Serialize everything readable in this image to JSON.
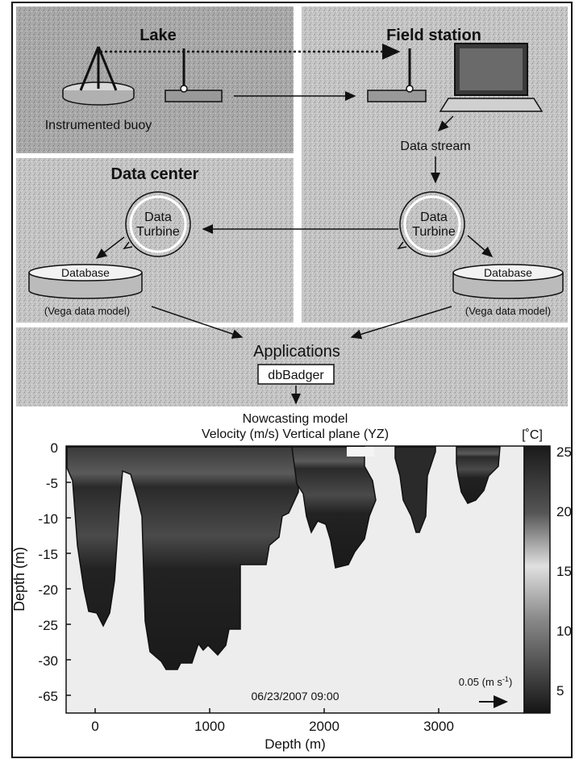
{
  "panels": {
    "lake": "Lake",
    "field_station": "Field station",
    "data_center": "Data center",
    "applications": "Applications"
  },
  "labels": {
    "instrumented_buoy": "Instrumented buoy",
    "data_stream": "Data stream",
    "data_turbine_line1": "Data",
    "data_turbine_line2": "Turbine",
    "database": "Database",
    "vega_model": "(Vega data model)",
    "dbbadger": "dbBadger"
  },
  "colors": {
    "panel_bg": "#bdbdbd",
    "plot_dark": "#1c1c1c",
    "plot_light": "#ececec"
  },
  "chart_data": {
    "type": "heatmap",
    "title": "Nowcasting model",
    "subtitle": "Velocity (m/s) Vertical plane (YZ)",
    "xlabel": "Depth (m)",
    "ylabel": "Depth (m)",
    "x_ticks": [
      "0",
      "1000",
      "2000",
      "3000"
    ],
    "y_ticks": [
      "0",
      "-5",
      "-10",
      "-15",
      "-20",
      "-25",
      "-30",
      "-65"
    ],
    "colorbar_unit": "[˚C]",
    "colorbar_ticks": [
      "25",
      "20",
      "15",
      "10",
      "5"
    ],
    "timestamp": "06/23/2007 09:00",
    "scale_label_value": "0.05",
    "scale_label_unit": "(m s",
    "scale_label_exp": "-1",
    "scale_label_close": ")"
  }
}
